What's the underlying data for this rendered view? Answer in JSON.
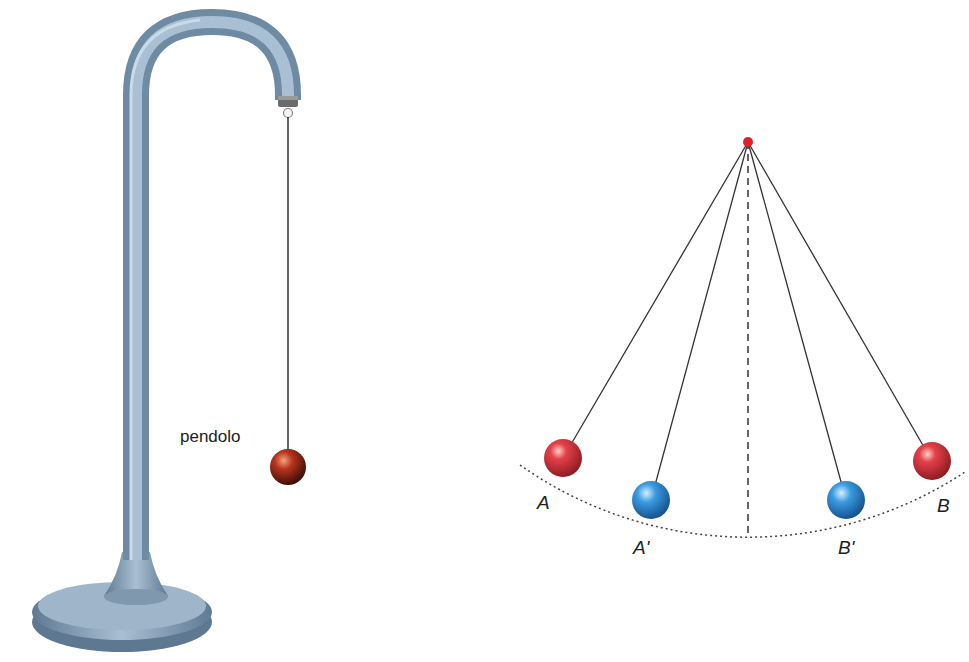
{
  "diagram": {
    "labels": [
      "pendolo",
      "A",
      "A'",
      "B'",
      "B"
    ]
  }
}
